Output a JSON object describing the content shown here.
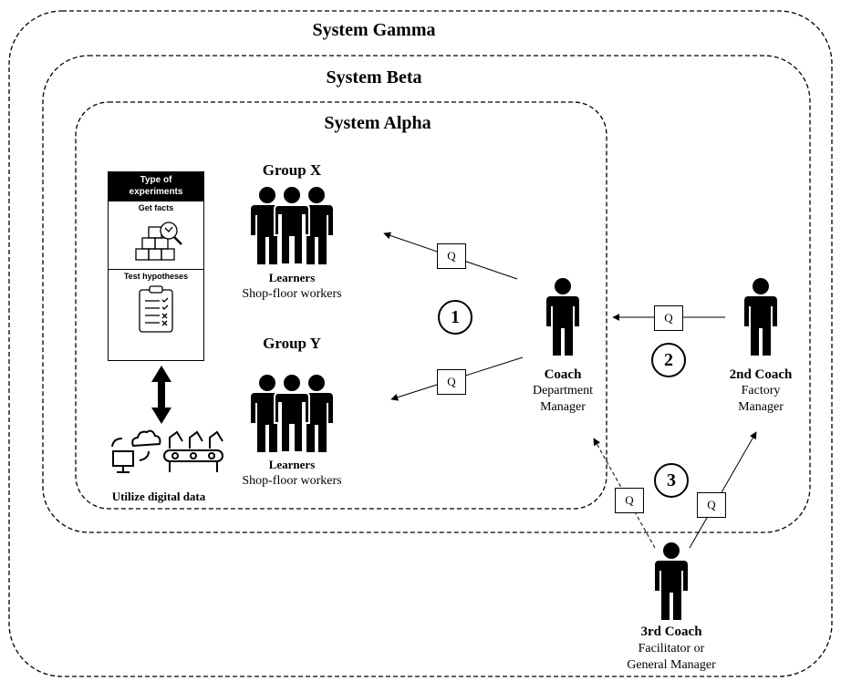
{
  "systems": {
    "gamma": "System Gamma",
    "beta": "System Beta",
    "alpha": "System Alpha"
  },
  "experiments_card": {
    "header": "Type of experiments",
    "section1": "Get facts",
    "section2": "Test hypotheses"
  },
  "digital_data_label": "Utilize digital data",
  "group_x": {
    "title": "Group X",
    "role": "Learners",
    "desc": "Shop-floor workers"
  },
  "group_y": {
    "title": "Group Y",
    "role": "Learners",
    "desc": "Shop-floor workers"
  },
  "coach": {
    "role": "Coach",
    "line1": "Department",
    "line2": "Manager"
  },
  "second_coach": {
    "role": "2nd Coach",
    "line1": "Factory",
    "line2": "Manager"
  },
  "third_coach": {
    "role": "3rd Coach",
    "line1": "Facilitator or",
    "line2": "General Manager"
  },
  "question_label": "Q",
  "loops": [
    "1",
    "2",
    "3"
  ],
  "icons": {
    "person": "person-icon",
    "group": "group-of-people-icon",
    "boxes": "boxes-magnifier-icon",
    "clipboard": "clipboard-checklist-icon",
    "double_arrow": "double-arrow-icon",
    "computer_cloud": "computer-cloud-sync-icon",
    "robot_arms": "robotic-arms-conveyor-icon"
  }
}
